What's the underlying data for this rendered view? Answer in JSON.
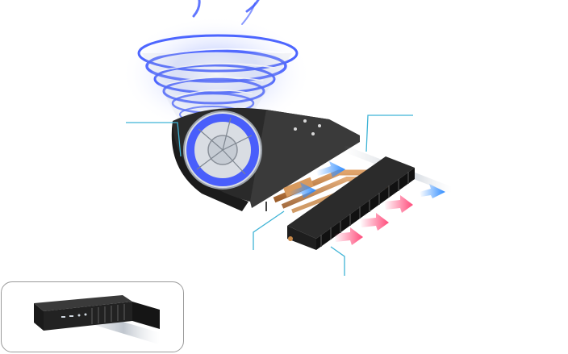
{
  "illustration": {
    "subject": "cooling-system-exploded-view",
    "components": [
      "blower-fan",
      "airflow-vortex",
      "heat-pipes",
      "fin-stack-heatsink",
      "mini-pc-inset"
    ],
    "colors": {
      "vortex": "#3a55ff",
      "cool_air": "#2f8cff",
      "warm_air": "#ff4a7a",
      "copper": "#c98a4b",
      "callout_line": "#3fb4d6",
      "inset_border": "#9a9a9a"
    }
  }
}
